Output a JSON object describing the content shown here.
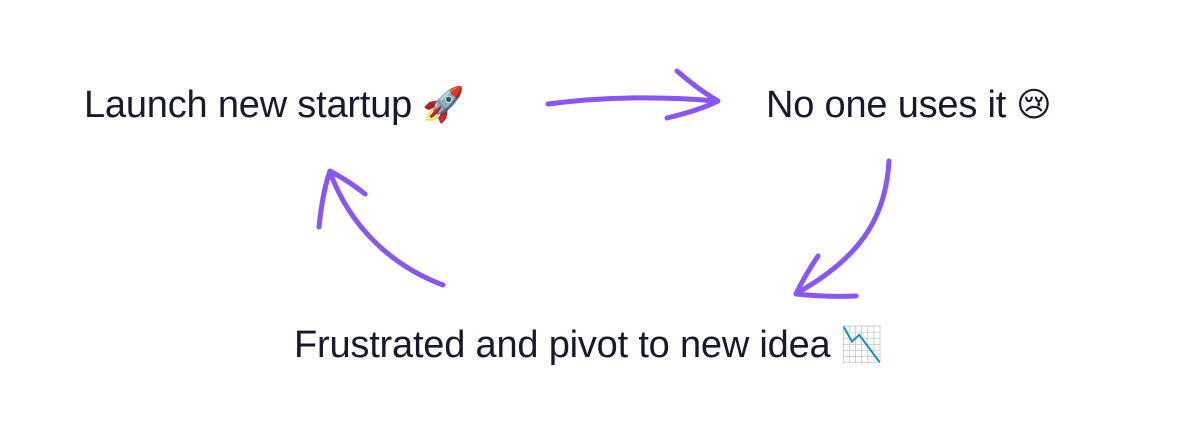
{
  "colors": {
    "text": "#161a2c",
    "arrow": "#8a55f5",
    "background": "#ffffff"
  },
  "nodes": [
    {
      "label": "Launch new startup",
      "emoji": "🚀",
      "emoji_icon": "rocket-icon"
    },
    {
      "label": "No one uses it",
      "emoji": "😢",
      "emoji_icon": "crying-face-icon"
    },
    {
      "label": "Frustrated and pivot to new idea",
      "emoji": "📉",
      "emoji_icon": "chart-decreasing-icon"
    }
  ],
  "edges": [
    {
      "from": 0,
      "to": 1
    },
    {
      "from": 1,
      "to": 2
    },
    {
      "from": 2,
      "to": 0
    }
  ]
}
